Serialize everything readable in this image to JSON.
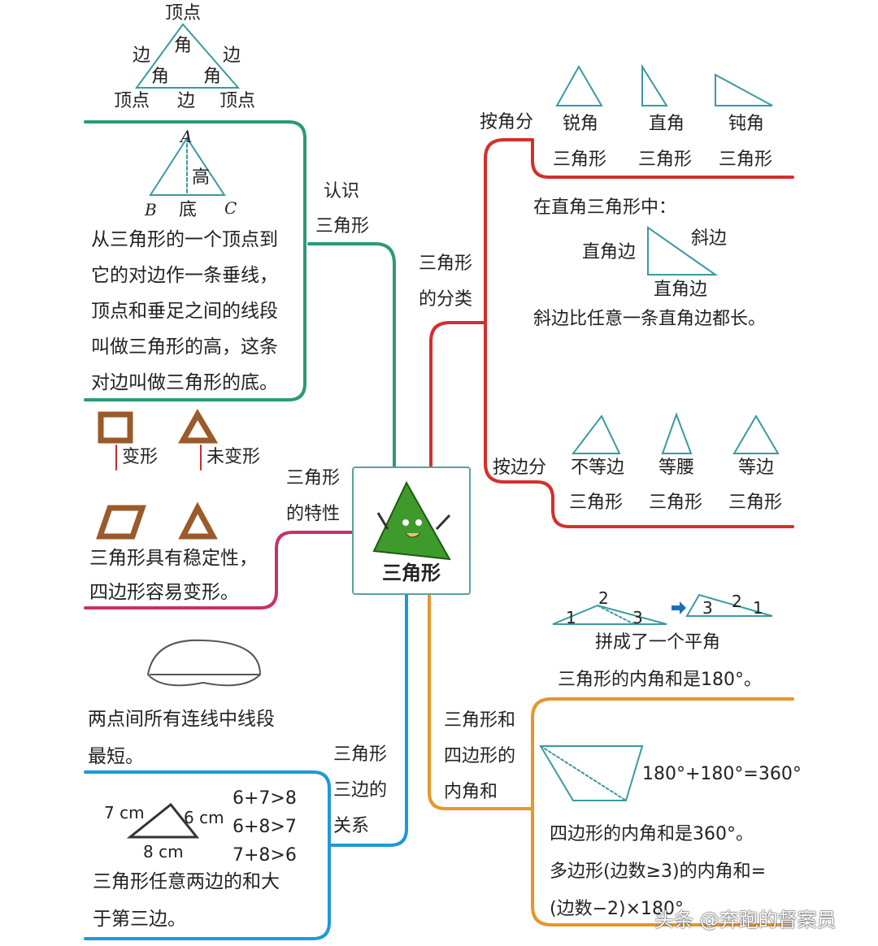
{
  "center": {
    "label": "三角形"
  },
  "parts": {
    "vertex": "顶点",
    "side": "边",
    "angle": "角"
  },
  "height_diagram": {
    "A": "A",
    "B": "B",
    "C": "C",
    "height": "高",
    "base": "底"
  },
  "recognize": {
    "branch": [
      "认识",
      "三角形"
    ],
    "definition": [
      "从三角形的一个顶点到",
      "它的对边作一条垂线，",
      "顶点和垂足之间的线段",
      "叫做三角形的高，这条",
      "对边叫做三角形的底。"
    ]
  },
  "property": {
    "branch": [
      "三角形",
      "的特性"
    ],
    "deform": "变形",
    "no_deform": "未变形",
    "text": [
      "三角形具有稳定性，",
      "四边形容易变形。"
    ]
  },
  "sides": {
    "branch": [
      "三角形",
      "三边的",
      "关系"
    ],
    "shortest": [
      "两点间所有连线中线段",
      "最短。"
    ],
    "labels": [
      "7 cm",
      "6 cm",
      "8 cm"
    ],
    "inequalities": [
      "6+7>8",
      "6+8>7",
      "7+8>6"
    ],
    "text": [
      "三角形任意两边的和大",
      "于第三边。"
    ]
  },
  "classify": {
    "branch": [
      "三角形",
      "的分类"
    ],
    "by_angle": "按角分",
    "angle_types": [
      [
        "锐角",
        "三角形"
      ],
      [
        "直角",
        "三角形"
      ],
      [
        "钝角",
        "三角形"
      ]
    ],
    "right_intro": "在直角三角形中：",
    "leg": "直角边",
    "hypotenuse": "斜边",
    "leg2": "直角边",
    "right_fact": "斜边比任意一条直角边都长。",
    "by_side": "按边分",
    "side_types": [
      [
        "不等边",
        "三角形"
      ],
      [
        "等腰",
        "三角形"
      ],
      [
        "等边",
        "三角形"
      ]
    ]
  },
  "angles": {
    "branch": [
      "三角形和",
      "四边形的",
      "内角和"
    ],
    "nums": [
      "1",
      "2",
      "3"
    ],
    "straight": "拼成了一个平角",
    "tri_sum": "三角形的内角和是180°。",
    "quad_formula": "180°+180°=360°",
    "quad_sum": "四边形的内角和是360°。",
    "poly_1": "多边形(边数≥3)的内角和=",
    "poly_2": "(边数−2)×180°"
  },
  "watermark": "头条 @奔跑的督案员"
}
